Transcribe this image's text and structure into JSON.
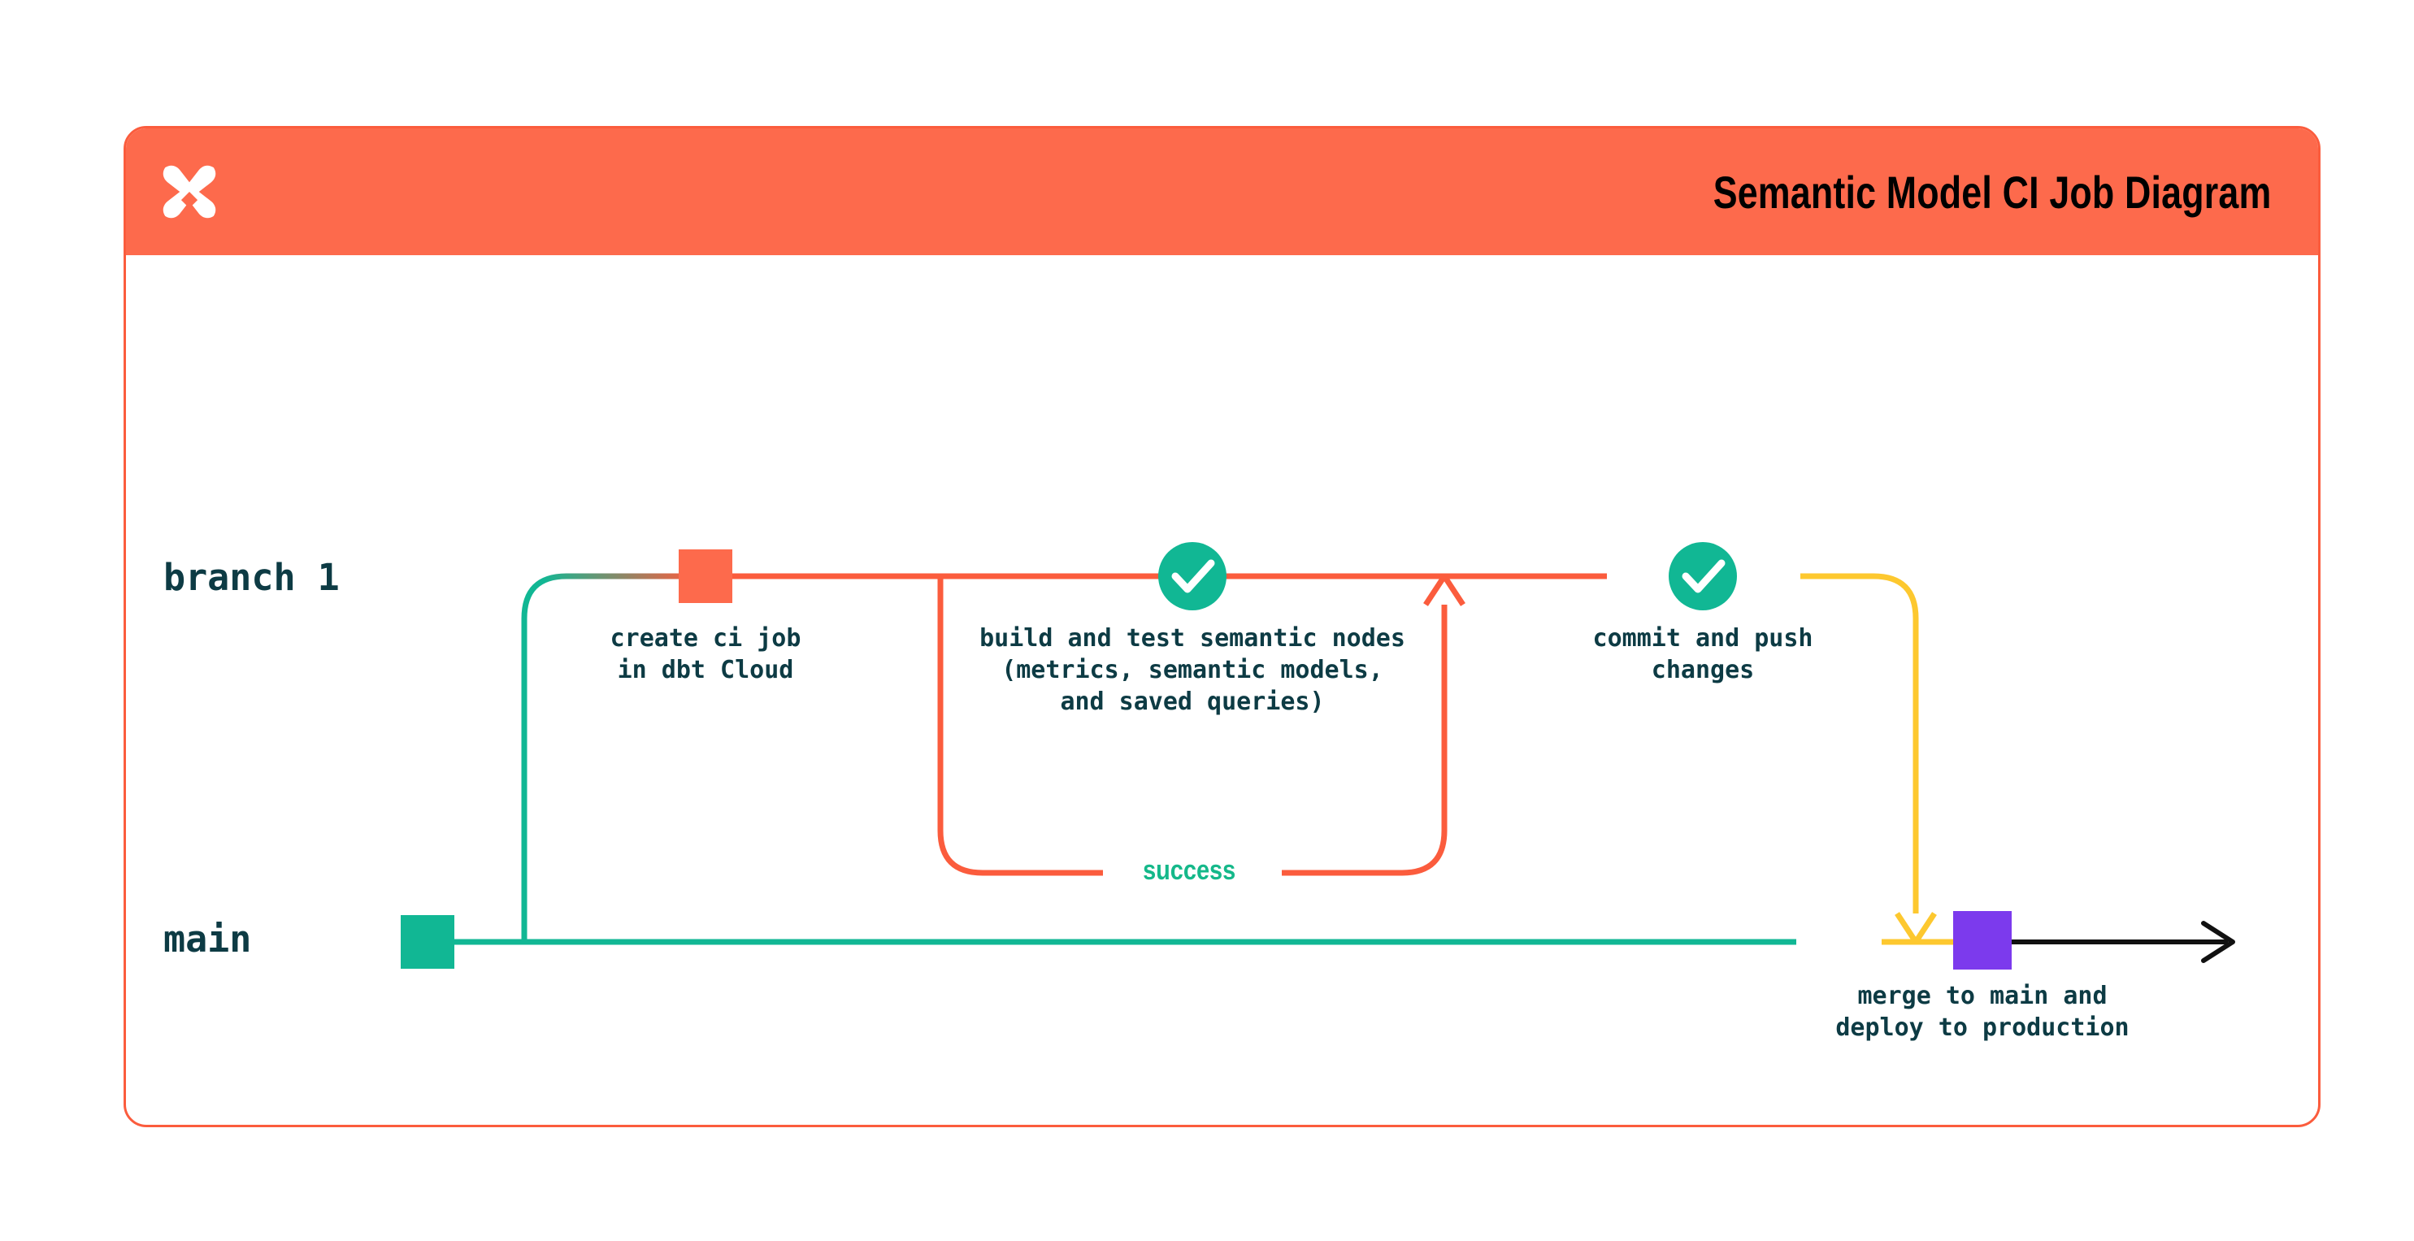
{
  "header": {
    "title": "Semantic Model CI Job Diagram",
    "logo_icon": "dbt-logo-icon",
    "background_color": "#fd6a4c",
    "title_color": "#000000"
  },
  "card": {
    "border_color": "#fb5c3d",
    "background_color": "#ffffff"
  },
  "diagram": {
    "type": "git-branch-flow",
    "colors": {
      "main_branch": "#11b794",
      "feature_branch": "#fb5c3d",
      "merge_line": "#fdc82f",
      "post_merge_line": "#111111",
      "check_circle": "#11b794",
      "node_create": "#fd6a4c",
      "node_main": "#11b794",
      "node_merge": "#7c3aed",
      "text": "#0d3b44",
      "success_text": "#15b88a"
    },
    "branches": [
      {
        "id": "branch-1",
        "label": "branch 1"
      },
      {
        "id": "main",
        "label": "main"
      }
    ],
    "nodes": [
      {
        "id": "create-ci-job",
        "shape": "square",
        "color": "#fd6a4c",
        "branch": "branch 1",
        "label": "create ci job\nin dbt Cloud"
      },
      {
        "id": "build-and-test",
        "shape": "check-circle",
        "color": "#11b794",
        "branch": "branch 1",
        "label": "build and test semantic nodes\n(metrics, semantic models,\nand saved queries)"
      },
      {
        "id": "commit-and-push",
        "shape": "check-circle",
        "color": "#11b794",
        "branch": "branch 1",
        "label": "commit and push\nchanges"
      },
      {
        "id": "main-start",
        "shape": "square",
        "color": "#11b794",
        "branch": "main",
        "label": ""
      },
      {
        "id": "merge-to-main",
        "shape": "square",
        "color": "#7c3aed",
        "branch": "main",
        "label": "merge to main and\ndeploy to production"
      }
    ],
    "loop": {
      "id": "build-test-loop",
      "label": "success",
      "color": "#fb5c3d"
    },
    "arrows": [
      {
        "id": "loop-return-arrow",
        "direction": "up",
        "color": "#fb5c3d"
      },
      {
        "id": "merge-down-arrow",
        "direction": "down",
        "color": "#fdc82f"
      },
      {
        "id": "main-continue-arrow",
        "direction": "right",
        "color": "#111111"
      }
    ]
  }
}
